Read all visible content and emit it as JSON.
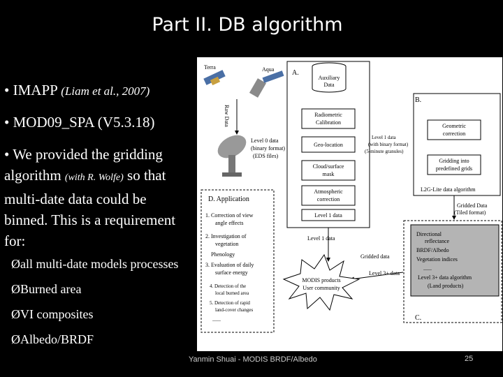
{
  "slide": {
    "title": "Part II. DB algorithm",
    "footer": "Yanmin Shuai - MODIS BRDF/Albedo",
    "page_number": "25"
  },
  "bullets": {
    "b1_marker": "• ",
    "b1_main": "IMAPP ",
    "b1_cite": "(Liam et al., 2007)",
    "b2_text": "• MOD09_SPA (V5.3.18)",
    "b3_pre": "• We provided the gridding algorithm ",
    "b3_cite": "(with R. Wolfe)",
    "b3_post": " so that multi-date data could be binned. This is a requirement for:"
  },
  "subbullets": {
    "marker": "Ø",
    "items": [
      "all multi-date models processes",
      "Burned area",
      "VI composites",
      "Albedo/BRDF"
    ]
  },
  "diagram": {
    "sat_terra": "Terra",
    "sat_aqua": "Aqua",
    "raw_data": "Raw Data",
    "section_a": "A.",
    "section_b": "B.",
    "section_c": "C.",
    "section_d": "D.   Application",
    "aux1": "Auxiliary",
    "aux2": "Data",
    "radio1": "Radiometric",
    "radio2": "Calibration",
    "geoloc": "Geo-location",
    "cloud1": "Cloud/surface",
    "cloud2": "mask",
    "atmos1": "Atmospheric",
    "atmos2": "correction",
    "level1": "Level 1 data",
    "l0_1": "Level 0 data",
    "l0_2": "(binary format)",
    "l0_3": "(EDS files)",
    "l1g_1": "Level 1 data",
    "l1g_2": "(with binary format)",
    "l1g_3": "(5-minute granules)",
    "geo1": "Geometric",
    "geo2": "correction",
    "grid1": "Gridding into",
    "grid2": "predefined grids",
    "l2g": "L2G-Lite data algorithm",
    "gridded1": "Gridded Data",
    "gridded2": "(Tiled format)",
    "level1b": "Level 1 data",
    "gridded_short": "Gridded data",
    "level3": "Level 3+ data",
    "modis1": "MODIS products",
    "modis2": "User community",
    "c_item1a": "Directional",
    "c_item1b": "reflectance",
    "c_item2": "BRDF/Albedo",
    "c_item3": "Vegetation indices",
    "c_dots": "......",
    "c_l3a": "Level 3+ data algorithm",
    "c_l3b": "(Land products)",
    "app1a": "1. Correction of view",
    "app1b": "angle effects",
    "app2a": "2. Investigation of",
    "app2b": "vegetation",
    "app2c": "Phenology",
    "app3a": "3. Evaluation of daily",
    "app3b": "surface energy",
    "app4a": "4. Detection of the",
    "app4b": "local burned area",
    "app5a": "5. Detection of rapid",
    "app5b": "land-cover changes",
    "app_dots": "......"
  }
}
